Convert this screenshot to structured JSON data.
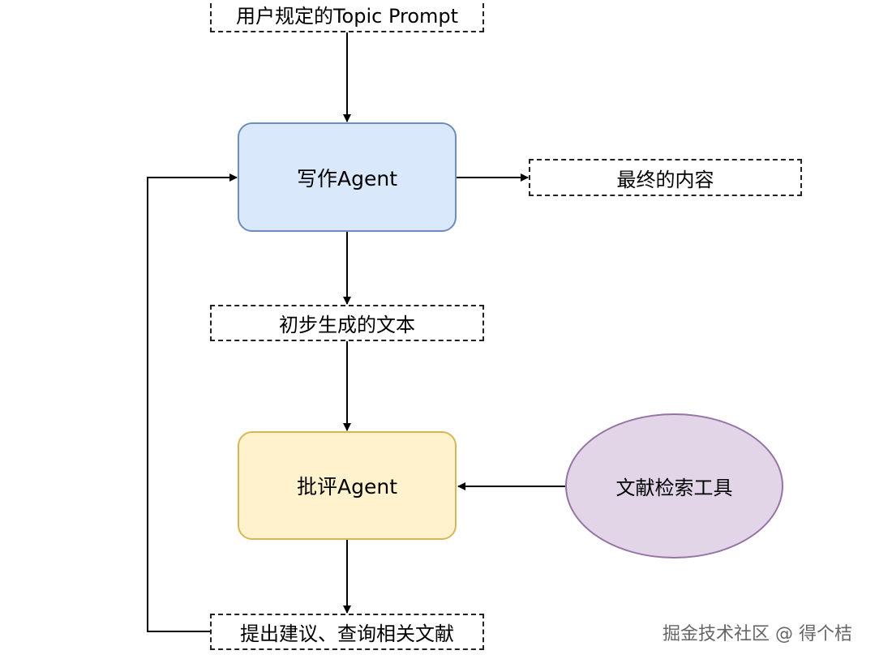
{
  "nodes": {
    "topic_prompt": "用户规定的Topic Prompt",
    "writer_agent": "写作Agent",
    "final_content": "最终的内容",
    "draft_text": "初步生成的文本",
    "critic_agent": "批评Agent",
    "literature_tool": "文献检索工具",
    "suggestions": "提出建议、查询相关文献"
  },
  "edges": [
    {
      "from": "topic_prompt",
      "to": "writer_agent"
    },
    {
      "from": "writer_agent",
      "to": "final_content"
    },
    {
      "from": "writer_agent",
      "to": "draft_text"
    },
    {
      "from": "draft_text",
      "to": "critic_agent"
    },
    {
      "from": "literature_tool",
      "to": "critic_agent"
    },
    {
      "from": "critic_agent",
      "to": "suggestions"
    },
    {
      "from": "suggestions",
      "to": "writer_agent"
    }
  ],
  "watermark": "掘金技术社区 @ 得个桔",
  "colors": {
    "writer_fill": "#dae8fc",
    "writer_stroke": "#6c8ebf",
    "critic_fill": "#fff2cc",
    "critic_stroke": "#d6b656",
    "tool_fill": "#e1d5e7",
    "tool_stroke": "#9673a6"
  }
}
